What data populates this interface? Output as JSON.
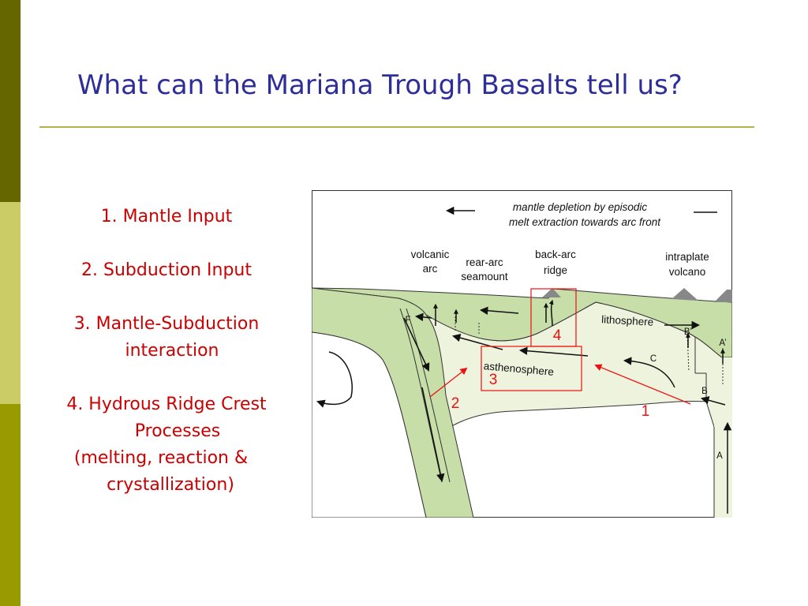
{
  "slide": {
    "title": "What can the Mariana Trough Basalts tell us?",
    "colors": {
      "title": "#2e2e9a",
      "list_text": "#cc0000",
      "sidebar_dark": "#666600",
      "sidebar_light": "#cccc66",
      "sidebar_mid": "#999900",
      "rule": "#b3b34d"
    }
  },
  "list": {
    "item1": "1.  Mantle Input",
    "item2": "2. Subduction Input",
    "item3_line1": "3. Mantle-Subduction",
    "item3_line2": "interaction",
    "item4_line1": "4. Hydrous Ridge Crest",
    "item4_line2": "Processes",
    "item4_line3": "(melting, reaction &",
    "item4_line4": "crystallization)"
  },
  "diagram": {
    "colors": {
      "fill_light": "#eef3dd",
      "fill_green": "#c7dea8",
      "stroke": "#333333",
      "arrow": "#111111",
      "red": "#ee1111",
      "volcano": "#888888"
    },
    "labels": {
      "depletion_line1": "mantle depletion by episodic",
      "depletion_line2": "melt extraction towards arc front",
      "volcanic_arc_1": "volcanic",
      "volcanic_arc_2": "arc",
      "rear_arc_1": "rear-arc",
      "rear_arc_2": "seamount",
      "back_arc_1": "back-arc",
      "back_arc_2": "ridge",
      "intraplate_1": "intraplate",
      "intraplate_2": "volcano",
      "lithosphere": "lithosphere",
      "asthenosphere": "asthenosphere",
      "F": "F",
      "A": "A",
      "B": "B",
      "C": "C",
      "B_prime": "B’",
      "A_prime": "A’"
    },
    "numbers": {
      "n1": "1",
      "n2": "2",
      "n3": "3",
      "n4": "4"
    }
  }
}
